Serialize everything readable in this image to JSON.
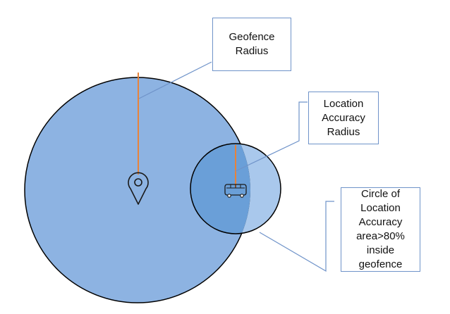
{
  "labels": {
    "geofence_radius": {
      "lines": [
        "Geofence",
        "Radius"
      ]
    },
    "location_accuracy_radius": {
      "lines": [
        "Location",
        "Accuracy",
        "Radius"
      ]
    },
    "circle_of_location_accuracy": {
      "lines": [
        "Circle of",
        "Location",
        "Accuracy",
        "area>80%",
        "inside",
        "geofence"
      ]
    }
  },
  "icons": {
    "geofence_center": "map-pin-icon",
    "vehicle": "bus-icon"
  },
  "colors": {
    "geofence_fill": "#8db3e2",
    "accuracy_fill": "#6a9fd8",
    "accuracy_outside_fill": "#a9c8ec",
    "outline": "#000000",
    "radius_line": "#e8833a",
    "callout_line": "#6f93c9"
  }
}
